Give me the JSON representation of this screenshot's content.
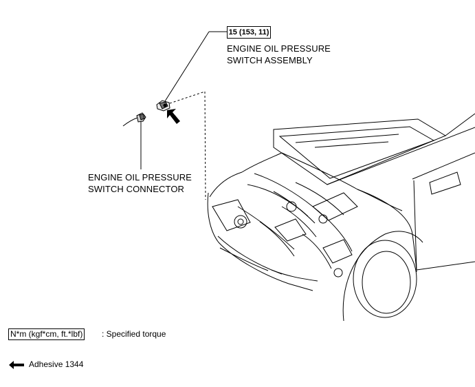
{
  "callouts": {
    "torque_value": "15 (153, 11)",
    "assembly_label": [
      "ENGINE OIL PRESSURE",
      "SWITCH ASSEMBLY"
    ],
    "connector_label": [
      "ENGINE OIL PRESSURE",
      "SWITCH CONNECTOR"
    ]
  },
  "legend": {
    "torque_units": "N*m (kgf*cm, ft.*lbf)",
    "torque_desc": ": Specified torque",
    "adhesive_label": "Adhesive 1344",
    "adhesive_icon": "arrow-left-icon"
  },
  "colors": {
    "line": "#000000",
    "background": "#ffffff"
  }
}
